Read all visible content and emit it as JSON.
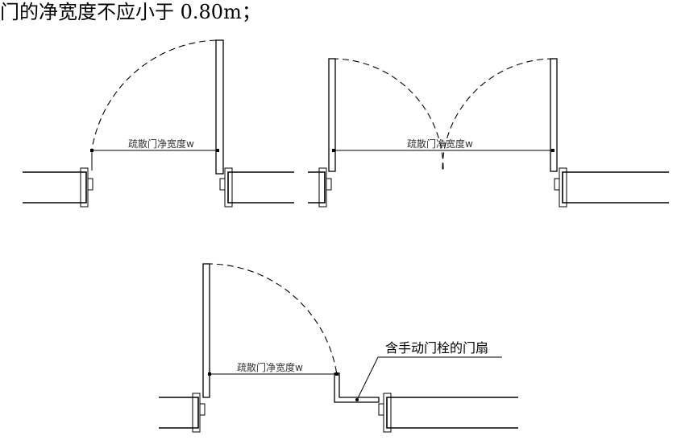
{
  "heading": "门的净宽度不应小于 0.80m；",
  "diagrams": [
    {
      "type": "single-leaf-door",
      "dimension_label": "疏散门净宽度w"
    },
    {
      "type": "double-leaf-door",
      "dimension_label": "疏散门净宽度w"
    },
    {
      "type": "door-with-latch-leaf",
      "dimension_label": "疏散门净宽度w",
      "callout_label": "含手动门栓的门扇"
    }
  ],
  "colors": {
    "line": "#000000",
    "background": "#ffffff"
  }
}
